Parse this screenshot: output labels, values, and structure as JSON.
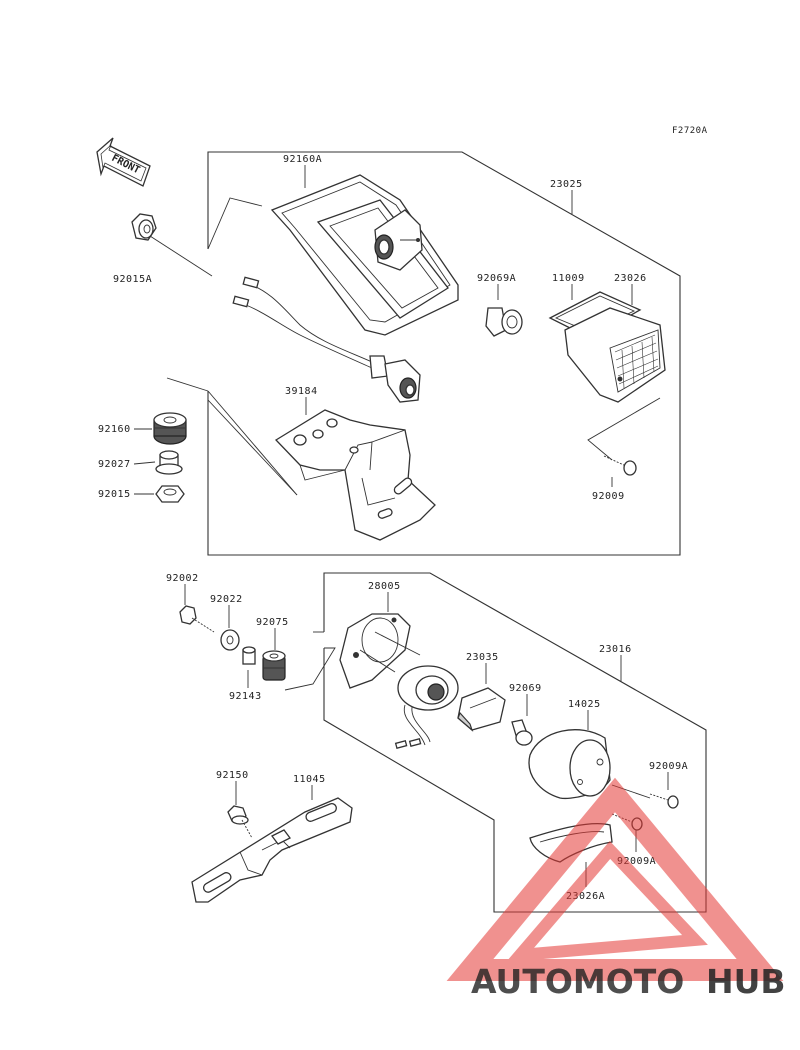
{
  "figure_code": "F2720A",
  "front_label": "FRONT",
  "labels": {
    "p92160A": "92160A",
    "p23025": "23025",
    "p92015A": "92015A",
    "p92069A": "92069A",
    "p11009": "11009",
    "p23026": "23026",
    "p39184": "39184",
    "p92160": "92160",
    "p92027": "92027",
    "p92015": "92015",
    "p92009": "92009",
    "p92002": "92002",
    "p92022": "92022",
    "p92075": "92075",
    "p28005": "28005",
    "p92143": "92143",
    "p23035": "23035",
    "p23016": "23016",
    "p92069": "92069",
    "p14025": "14025",
    "p92009A_a": "92009A",
    "p92150": "92150",
    "p11045": "11045",
    "p92009A_b": "92009A",
    "p23026A": "23026A"
  },
  "watermark": {
    "part1": "AUTOMOTO",
    "part2": "HUB",
    "color1": "#f0a65a",
    "color2": "#e53935",
    "color3": "#555555"
  }
}
